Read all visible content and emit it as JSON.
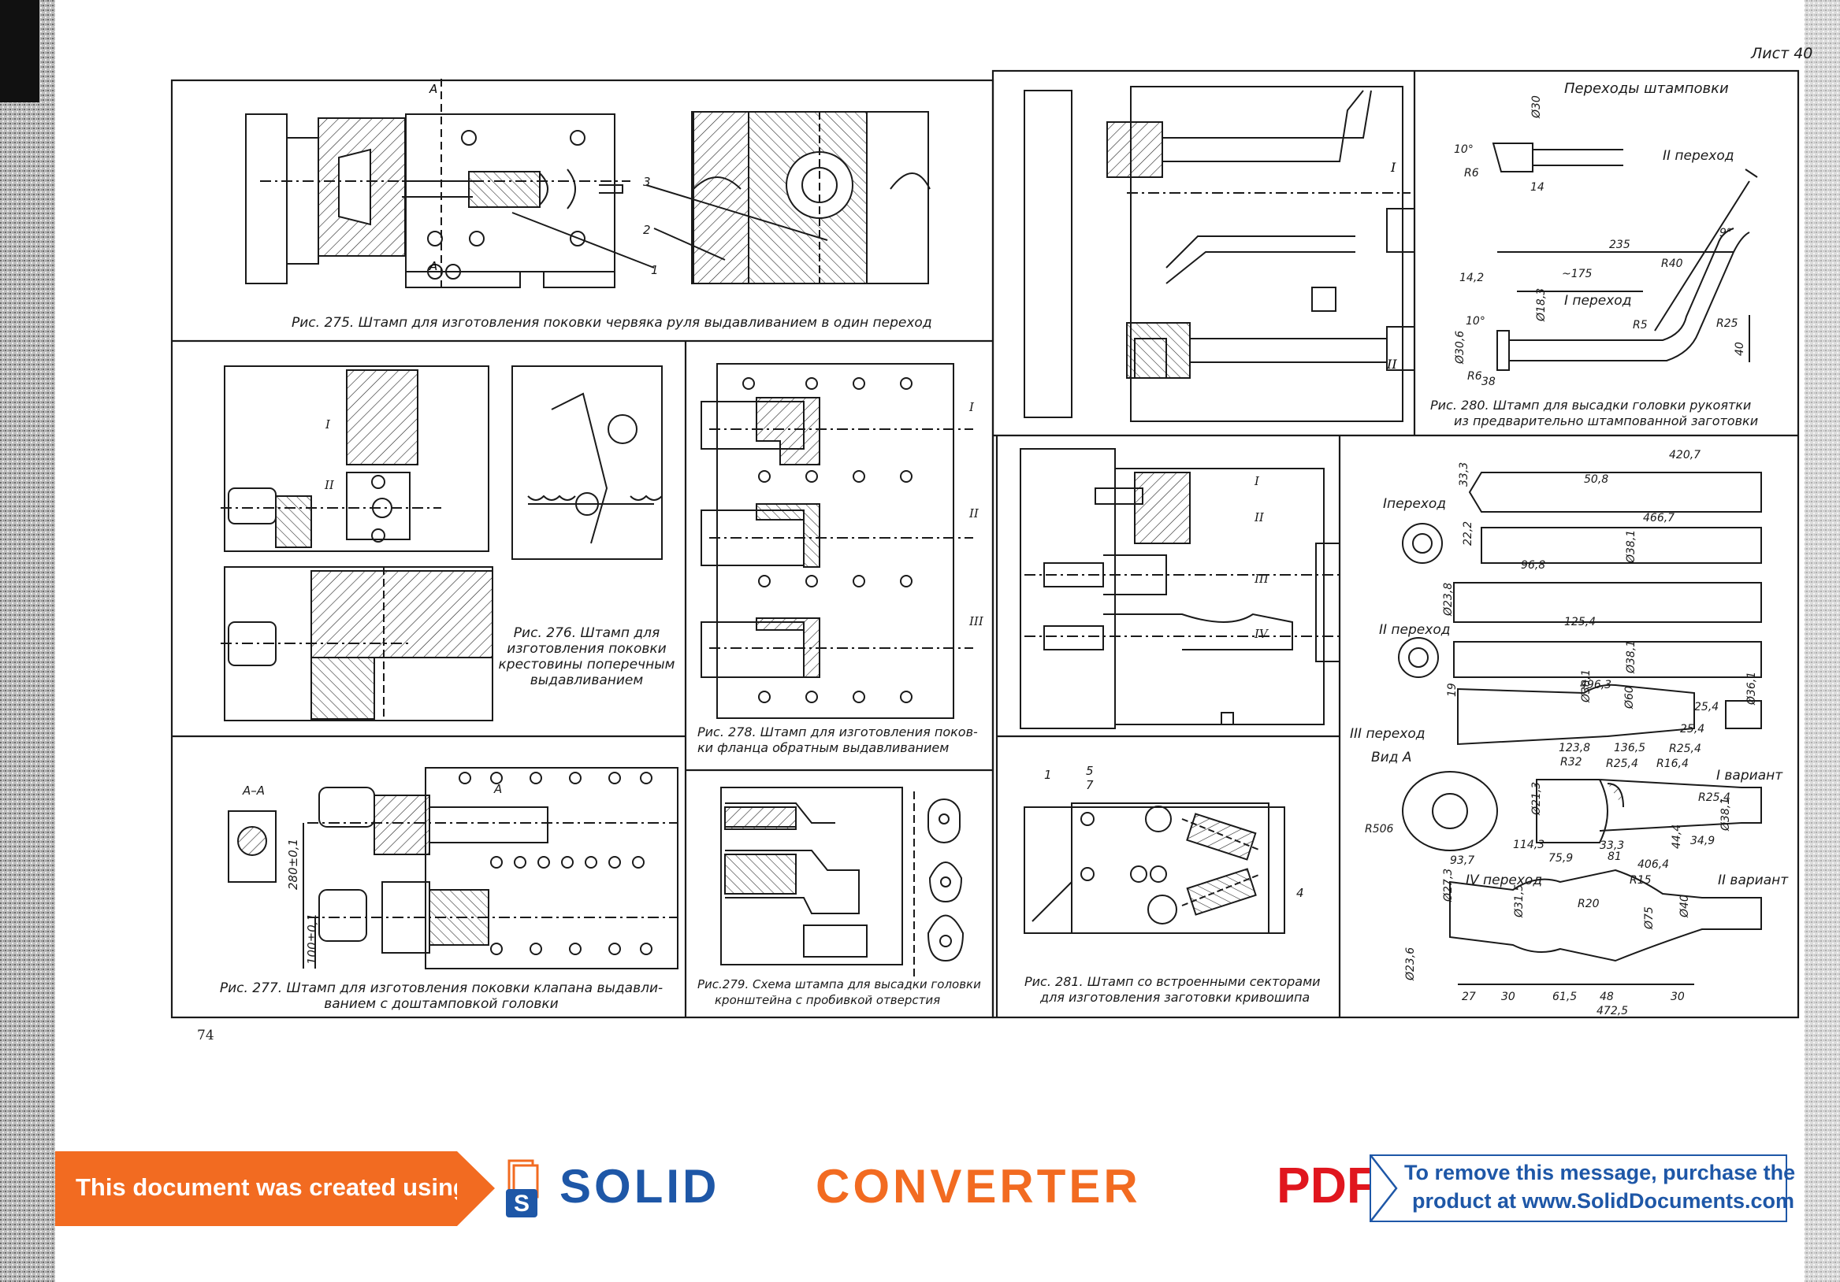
{
  "sheet_label": "Лист 40",
  "page_number": "74",
  "captions": {
    "fig275": "Рис. 275. Штамп для изготовления поковки червяка руля выдавливанием в один переход",
    "fig276_l1": "Рис. 276. Штамп для",
    "fig276_l2": "изготовления поковки",
    "fig276_l3": "крестовины поперечным",
    "fig276_l4": "выдавливанием",
    "fig277_l1": "Рис. 277. Штамп для изготовления поковки клапана выдавли-",
    "fig277_l2": "ванием с доштамповкой головки",
    "fig278_l1": "Рис. 278. Штамп для изготовления поков-",
    "fig278_l2": "ки фланца обратным выдавливанием",
    "fig279_l1": "Рис.279. Схема штампа для высадки головки",
    "fig279_l2": "кронштейна с пробивкой отверстия",
    "fig280_l1": "Рис. 280. Штамп для высадки головки рукоятки",
    "fig280_l2": "из предварительно штампованной заготовки",
    "fig281_l1": "Рис. 281. Штамп со встроенными секторами",
    "fig281_l2": "для изготовления заготовки кривошипа"
  },
  "labels": {
    "section_a": "А",
    "section_aa": "А–А",
    "callouts": [
      "1",
      "2",
      "3",
      "4",
      "5",
      "7"
    ],
    "roman": [
      "I",
      "II",
      "III",
      "IV"
    ],
    "transitions_title": "Переходы штамповки",
    "tr_1": "I переход",
    "tr_2": "II переход",
    "tr_i": "Iпереход",
    "tr_ii": "II переход",
    "tr_iii": "III переход",
    "tr_iv": "IV переход",
    "view_a": "Вид А",
    "variant_1": "I вариант",
    "variant_2": "II вариант"
  },
  "dims": {
    "d280_1": "280±0,1",
    "d100": "100±0,1",
    "f280": [
      "Ø30",
      "10°",
      "R6",
      "14",
      "235",
      "~175",
      "14,2",
      "R40",
      "9°",
      "Ø18,3",
      "10°",
      "R5",
      "R25",
      "Ø30,6",
      "R6",
      "38",
      "40"
    ],
    "f281": [
      "420,7",
      "33,3",
      "50,8",
      "466,7",
      "22,2",
      "Ø38,1",
      "96,8",
      "Ø23,8",
      "125,4",
      "Ø38,1",
      "496,3",
      "19",
      "Ø38,1",
      "Ø60",
      "25,4",
      "Ø36,1",
      "25,4",
      "123,8",
      "136,5",
      "R25,4",
      "R32",
      "R25,4",
      "R16,4",
      "R506",
      "Ø21,3",
      "93,7",
      "114,3",
      "75,9",
      "81",
      "33,3",
      "406,4",
      "44,4",
      "R25,4",
      "34,9",
      "Ø38,1",
      "Ø27,3",
      "R15",
      "Ø31,5",
      "R20",
      "Ø75",
      "Ø40",
      "Ø23,6",
      "27",
      "30",
      "61,5",
      "48",
      "30",
      "472,5"
    ]
  },
  "banner": {
    "left_text": "This document was created using",
    "brand_solid": "SOLID",
    "brand_converter": "CONVERTER",
    "brand_pdf": "PDF",
    "remove_line1": "To remove this message, purchase the",
    "remove_line2": "product at www.SolidDocuments.com",
    "orange": "#f26b21",
    "blue": "#1e57a7",
    "red": "#e0161e"
  }
}
